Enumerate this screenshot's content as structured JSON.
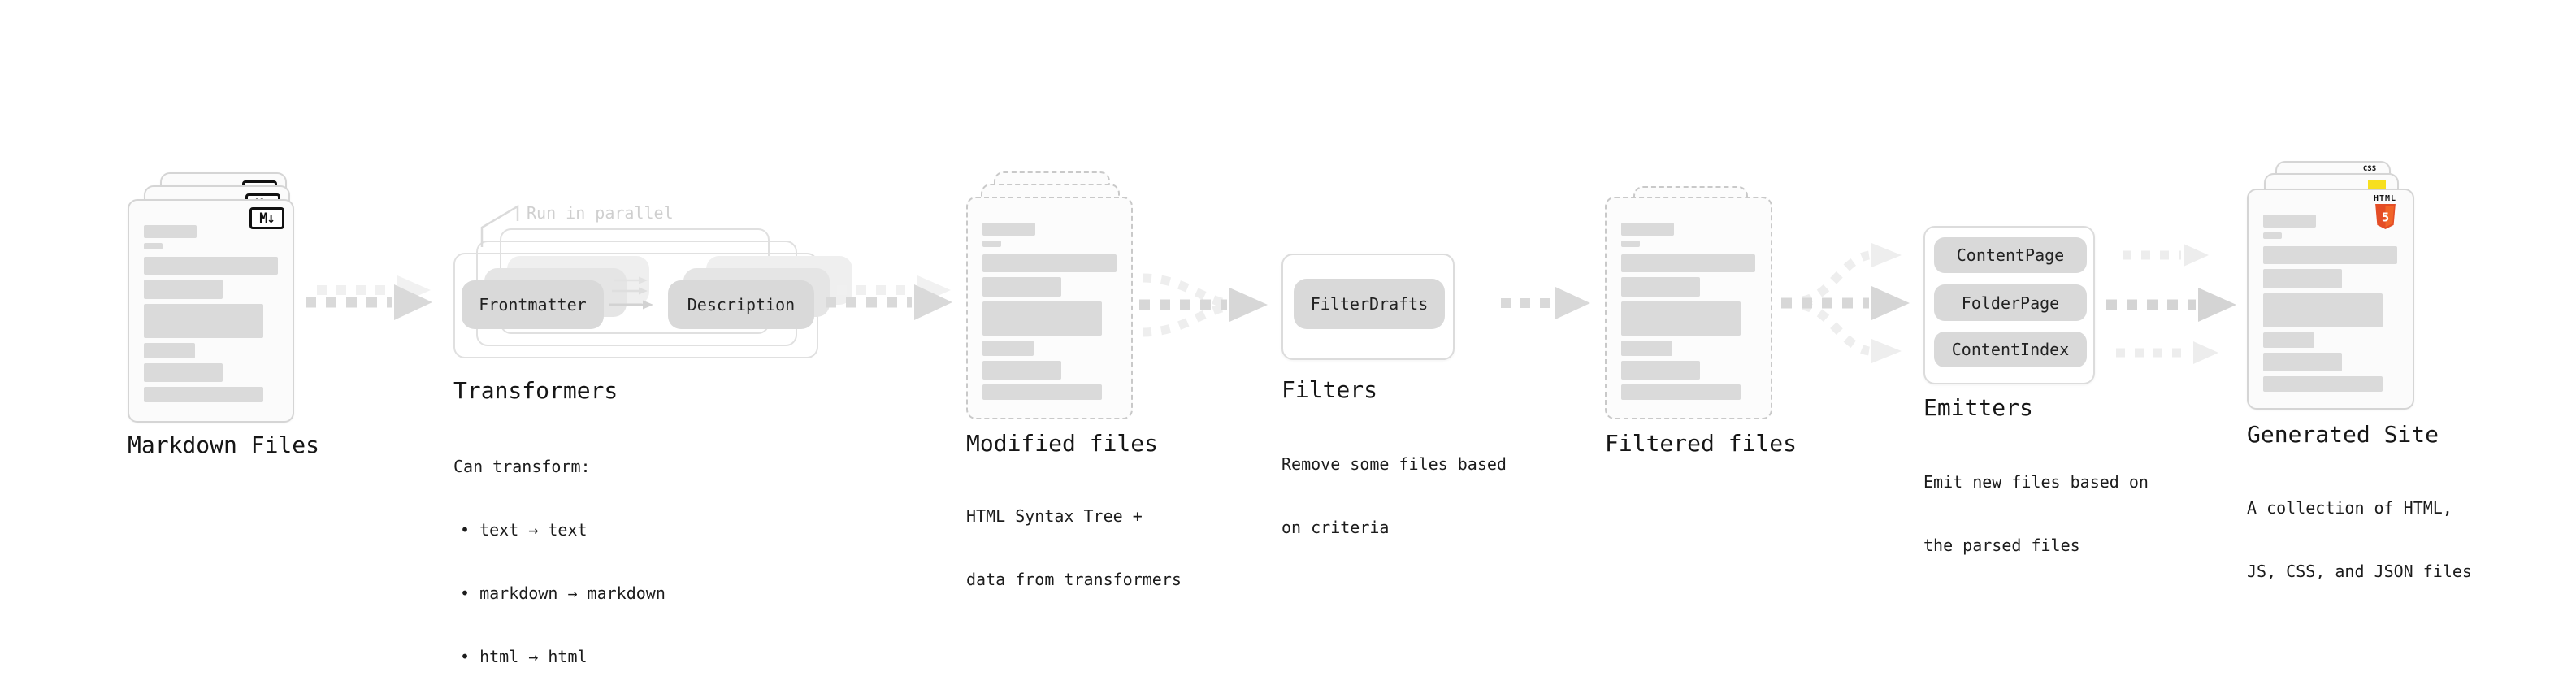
{
  "colors": {
    "background": "#FFFFFF",
    "arrow_gray": "#D4D4D4",
    "arrow_light": "#EDEDED",
    "pill_gray": "#D9D9D9",
    "doc_border": "#D5D5D5",
    "text_dark": "#1A1A1A",
    "annotation_gray": "#CFCFCF",
    "html5_orange": "#E44D26",
    "html5_orange_light": "#F16529",
    "js_yellow": "#F7DF1E",
    "css_blue": "#2965F1"
  },
  "markdown_files": {
    "label": "Markdown Files",
    "badge": "M↓"
  },
  "transformers": {
    "annotation": "Run in parallel",
    "pills": [
      "Frontmatter",
      "Description"
    ],
    "label": "Transformers",
    "caption_title": "Can transform:",
    "bullets": [
      "• text → text",
      "• markdown → markdown",
      "• html → html"
    ]
  },
  "modified_files": {
    "label": "Modified files",
    "caption": [
      "HTML Syntax Tree +",
      "data from transformers"
    ]
  },
  "filters": {
    "pill": "FilterDrafts",
    "label": "Filters",
    "caption": [
      "Remove some files based",
      "on criteria"
    ]
  },
  "filtered_files": {
    "label": "Filtered files"
  },
  "emitters": {
    "pills": [
      "ContentPage",
      "FolderPage",
      "ContentIndex"
    ],
    "label": "Emitters",
    "caption": [
      "Emit new files based on",
      "the parsed files"
    ]
  },
  "generated_site": {
    "label": "Generated Site",
    "caption": [
      "A collection of HTML,",
      "JS, CSS, and JSON files"
    ],
    "badges": {
      "html5_title": "HTML",
      "html5_number": "5",
      "css": "CSS"
    }
  }
}
